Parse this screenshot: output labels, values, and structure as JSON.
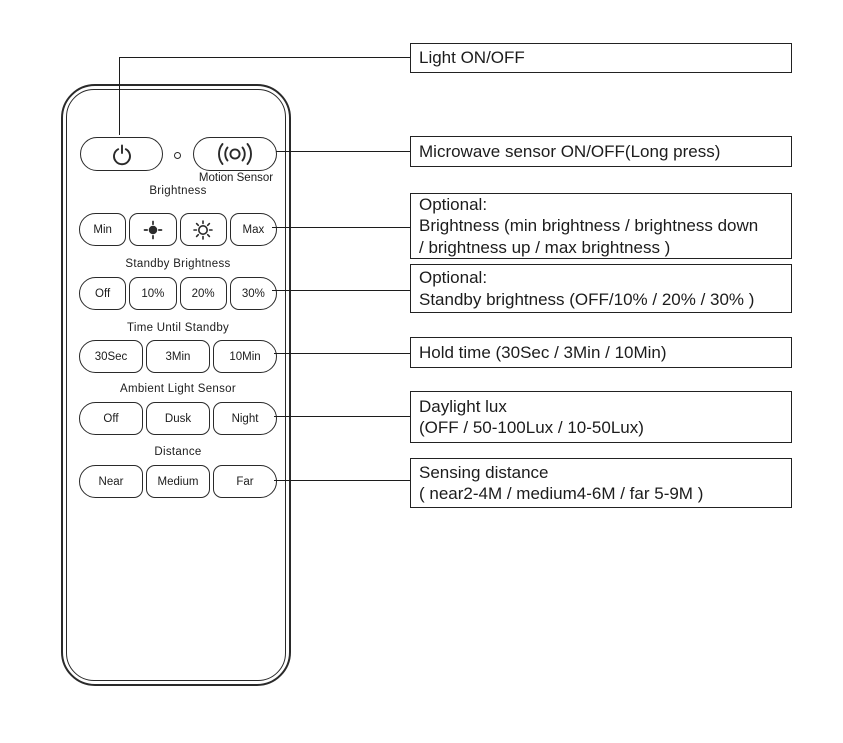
{
  "remote": {
    "motion_sensor_label": "Motion Sensor",
    "icons": {
      "power": "power-icon",
      "led": "led-indicator-dot",
      "motion": "motion-sensor-waves-icon",
      "brightness_down": "dim-brightness-icon",
      "brightness_up": "full-brightness-icon"
    },
    "sections": [
      {
        "title": "Brightness",
        "buttons": [
          "Min",
          "Max"
        ],
        "icon_buttons": [
          "dim-brightness-icon",
          "full-brightness-icon"
        ]
      },
      {
        "title": "Standby Brightness",
        "buttons": [
          "Off",
          "10%",
          "20%",
          "30%"
        ]
      },
      {
        "title": "Time Until Standby",
        "buttons": [
          "30Sec",
          "3Min",
          "10Min"
        ]
      },
      {
        "title": "Ambient Light Sensor",
        "buttons": [
          "Off",
          "Dusk",
          "Night"
        ]
      },
      {
        "title": "Distance",
        "buttons": [
          "Near",
          "Medium",
          "Far"
        ]
      }
    ]
  },
  "callouts": [
    {
      "lines": [
        "Light ON/OFF"
      ]
    },
    {
      "lines": [
        "Microwave sensor ON/OFF(Long press)"
      ]
    },
    {
      "lines": [
        "Optional:",
        "Brightness (min brightness / brightness down",
        "/ brightness up / max brightness )"
      ]
    },
    {
      "lines": [
        "Optional:",
        "Standby brightness (OFF/10% / 20% / 30% )"
      ]
    },
    {
      "lines": [
        "Hold time (30Sec / 3Min / 10Min)"
      ]
    },
    {
      "lines": [
        "Daylight lux",
        "(OFF / 50-100Lux / 10-50Lux)"
      ]
    },
    {
      "lines": [
        "Sensing distance",
        "( near2-4M / medium4-6M / far 5-9M )"
      ]
    }
  ],
  "colors": {
    "line": "#2a2a2a",
    "background": "#ffffff",
    "text": "#1c1c1c"
  }
}
